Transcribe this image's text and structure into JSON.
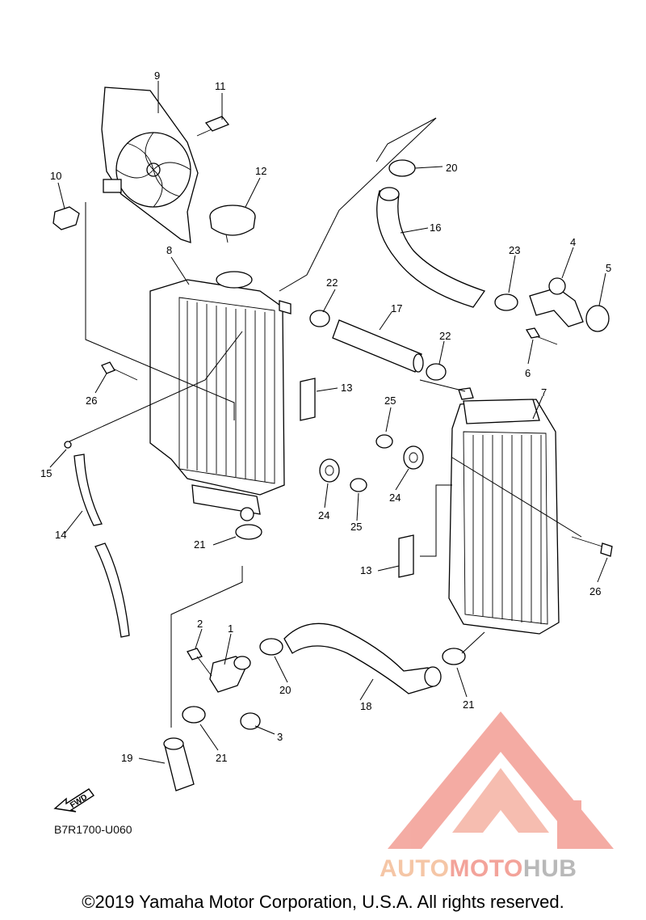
{
  "diagram": {
    "code": "B7R1700-U060",
    "fwd_label": "FWD",
    "callouts": [
      {
        "id": "c1",
        "text": "1"
      },
      {
        "id": "c2",
        "text": "2"
      },
      {
        "id": "c3",
        "text": "3"
      },
      {
        "id": "c4",
        "text": "4"
      },
      {
        "id": "c5",
        "text": "5"
      },
      {
        "id": "c6",
        "text": "6"
      },
      {
        "id": "c7",
        "text": "7"
      },
      {
        "id": "c8",
        "text": "8"
      },
      {
        "id": "c9",
        "text": "9"
      },
      {
        "id": "c10",
        "text": "10"
      },
      {
        "id": "c11",
        "text": "11"
      },
      {
        "id": "c12",
        "text": "12"
      },
      {
        "id": "c13a",
        "text": "13"
      },
      {
        "id": "c13b",
        "text": "13"
      },
      {
        "id": "c14",
        "text": "14"
      },
      {
        "id": "c15",
        "text": "15"
      },
      {
        "id": "c16",
        "text": "16"
      },
      {
        "id": "c17",
        "text": "17"
      },
      {
        "id": "c18",
        "text": "18"
      },
      {
        "id": "c19",
        "text": "19"
      },
      {
        "id": "c20a",
        "text": "20"
      },
      {
        "id": "c20b",
        "text": "20"
      },
      {
        "id": "c21a",
        "text": "21"
      },
      {
        "id": "c21b",
        "text": "21"
      },
      {
        "id": "c21c",
        "text": "21"
      },
      {
        "id": "c22a",
        "text": "22"
      },
      {
        "id": "c22b",
        "text": "22"
      },
      {
        "id": "c23",
        "text": "23"
      },
      {
        "id": "c24a",
        "text": "24"
      },
      {
        "id": "c24b",
        "text": "24"
      },
      {
        "id": "c25a",
        "text": "25"
      },
      {
        "id": "c25b",
        "text": "25"
      },
      {
        "id": "c26a",
        "text": "26"
      },
      {
        "id": "c26b",
        "text": "26"
      }
    ]
  },
  "watermark": {
    "text_part1": "AUTO",
    "text_part2": "MOTO",
    "text_part3": "HUB",
    "color_1": "#f5c6a6",
    "color_2": "#f3a39a",
    "color_3": "#b9b9b9"
  },
  "copyright": "©2019 Yamaha Motor Corporation, U.S.A. All rights reserved."
}
